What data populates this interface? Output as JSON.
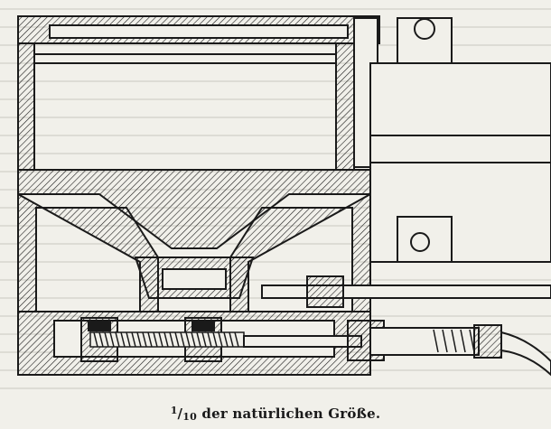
{
  "caption": {
    "numerator": "1",
    "denominator": "10",
    "text": "der natürlichen Größe."
  },
  "colors": {
    "paper": "#f1f0ea",
    "ink": "#1a1a1a",
    "text_behind": "#c9c8c1"
  }
}
